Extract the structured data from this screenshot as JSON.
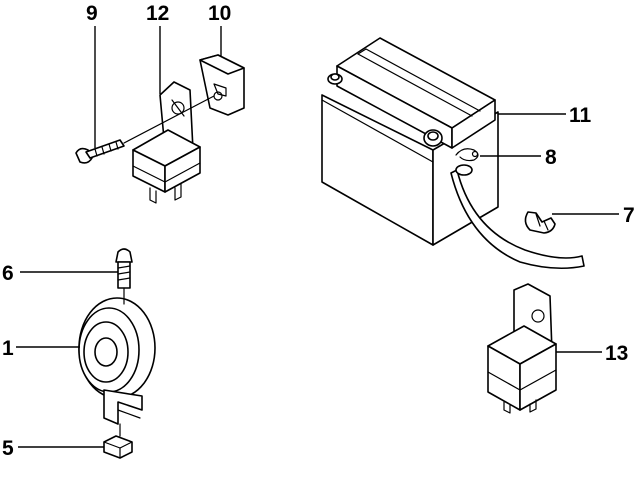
{
  "callouts": {
    "c1": "1",
    "c5": "5",
    "c6": "6",
    "c7": "7",
    "c8": "8",
    "c9": "9",
    "c10": "10",
    "c11": "11",
    "c12": "12",
    "c13": "13"
  },
  "colors": {
    "line": "#000000",
    "background": "#ffffff"
  }
}
